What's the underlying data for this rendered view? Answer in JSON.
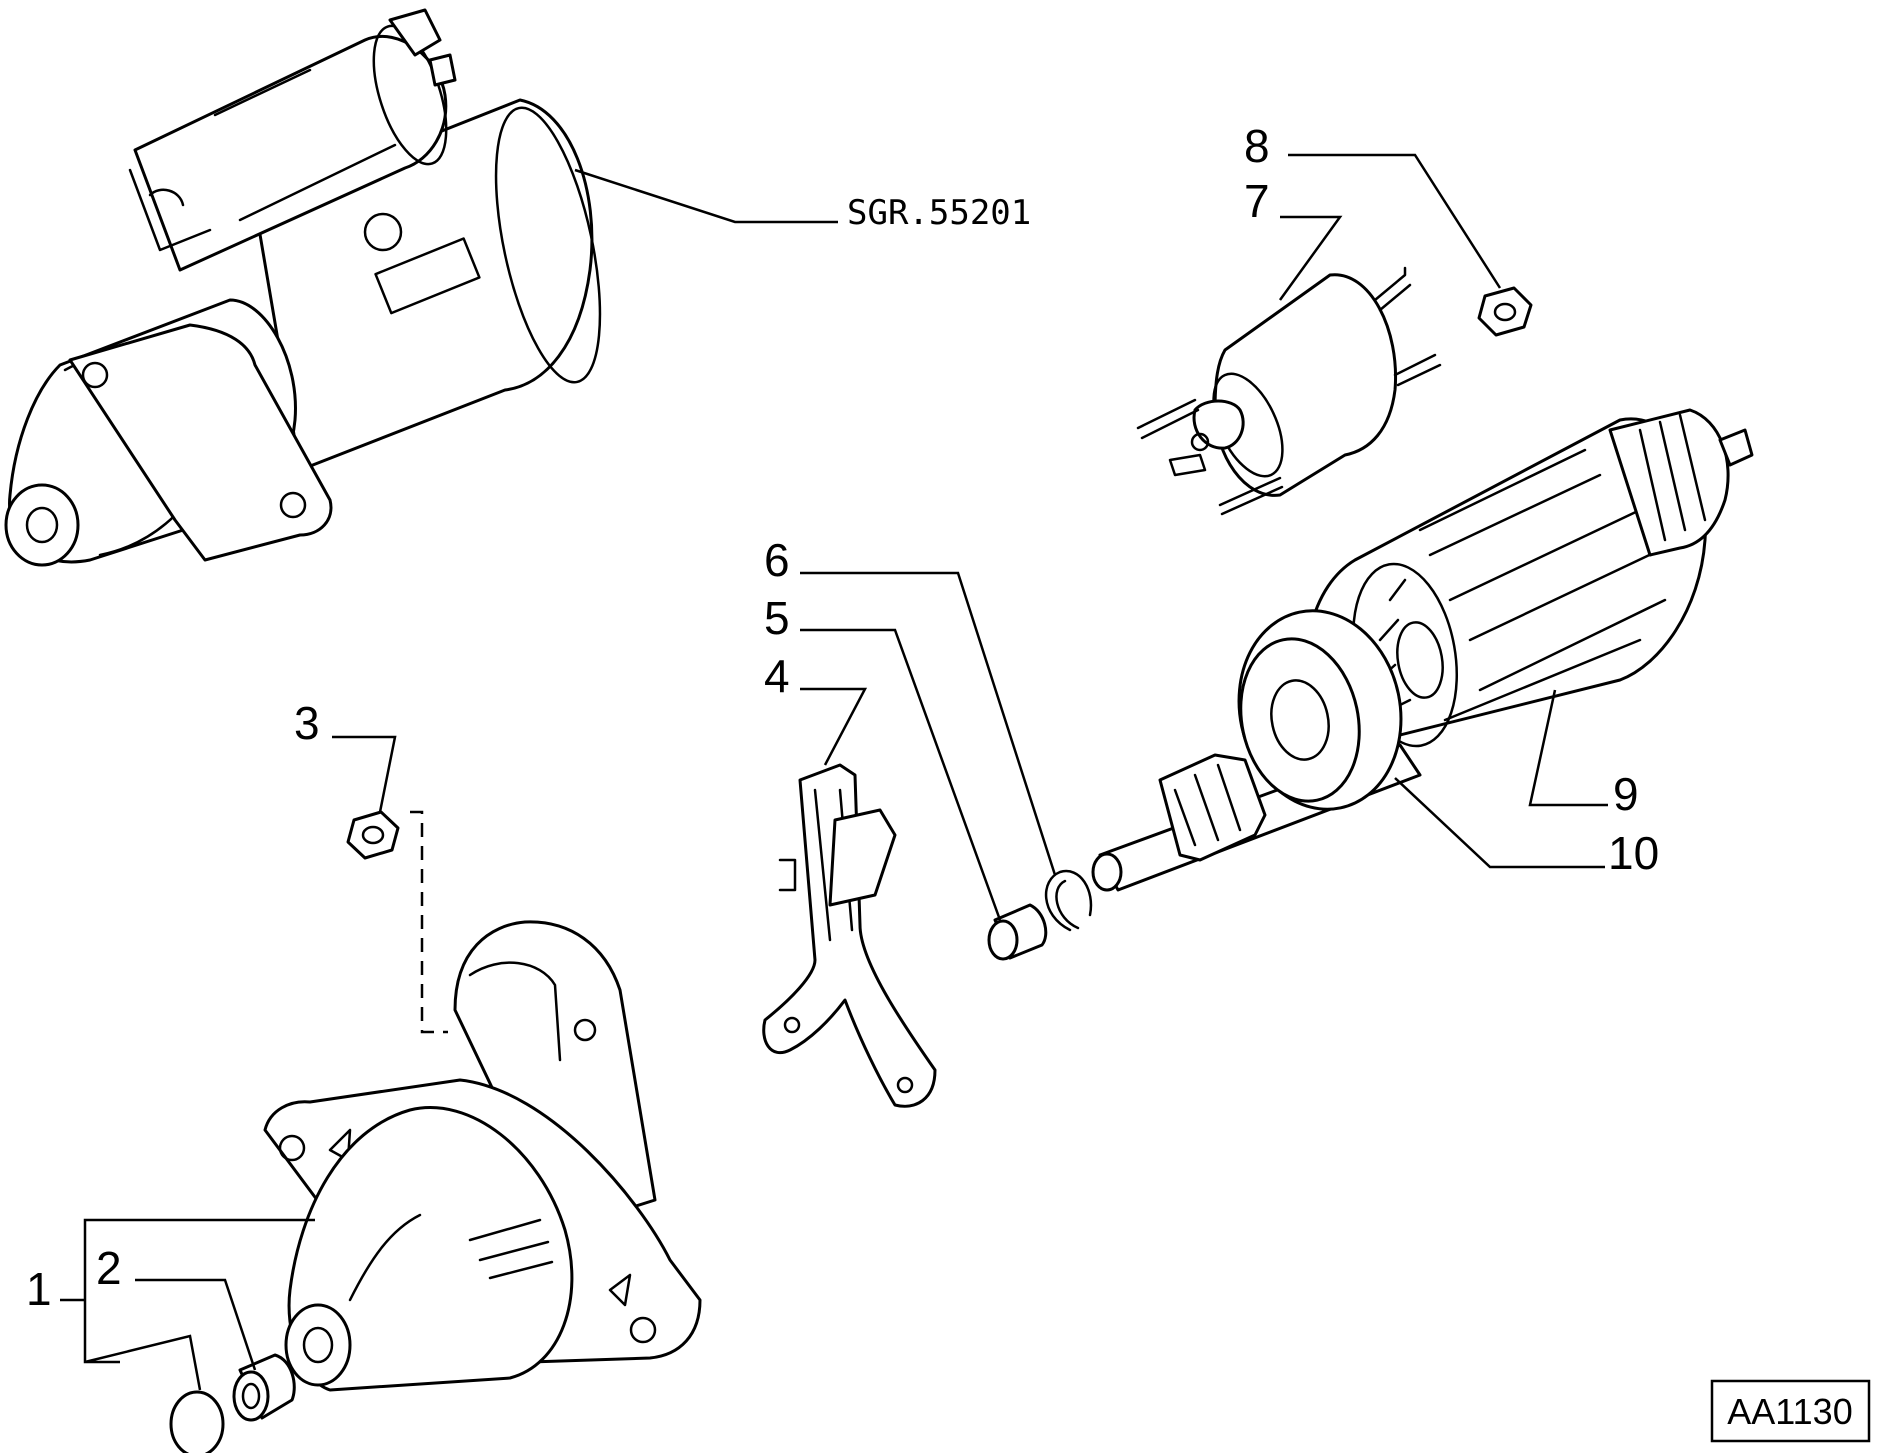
{
  "diagram": {
    "reference_label": "SGR.55201",
    "drawing_code": "AA1130",
    "callouts": [
      {
        "id": "1",
        "label": "1"
      },
      {
        "id": "2",
        "label": "2"
      },
      {
        "id": "3",
        "label": "3"
      },
      {
        "id": "4",
        "label": "4"
      },
      {
        "id": "5",
        "label": "5"
      },
      {
        "id": "6",
        "label": "6"
      },
      {
        "id": "7",
        "label": "7"
      },
      {
        "id": "8",
        "label": "8"
      },
      {
        "id": "9",
        "label": "9"
      },
      {
        "id": "10",
        "label": "10"
      }
    ]
  }
}
